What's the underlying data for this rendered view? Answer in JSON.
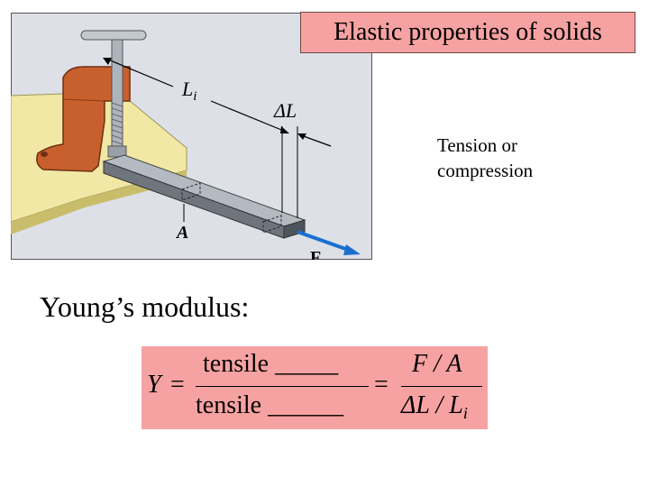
{
  "title": "Elastic properties of solids",
  "side_note": [
    "Tension or",
    "compression"
  ],
  "figure": {
    "label_Li": "L",
    "label_Li_sub": "i",
    "label_dL": "ΔL",
    "label_A": "A",
    "label_F": "F"
  },
  "youngs_label": "Young’s modulus:",
  "formula": {
    "Y": "Y",
    "eq1": "=",
    "num_word": "tensile",
    "num_blank": "_____",
    "den_word": "tensile",
    "den_blank": "______",
    "eq2": "=",
    "rhs_num": "F / A",
    "rhs_den": "ΔL / L",
    "rhs_den_sub": "i"
  },
  "colors": {
    "title_bg": "#f7a2a2",
    "formula_bg": "#f7a2a2",
    "force_arrow": "#1a6fd0",
    "clamp": "#c8602e"
  }
}
